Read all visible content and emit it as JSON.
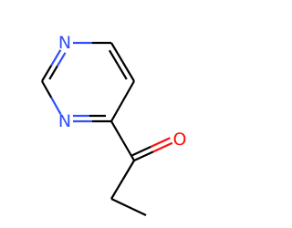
{
  "molecule": {
    "atoms": [
      {
        "id": "n1",
        "element": "N",
        "label": "N"
      },
      {
        "id": "c2",
        "element": "C",
        "label": ""
      },
      {
        "id": "n3",
        "element": "N",
        "label": "N"
      },
      {
        "id": "c4",
        "element": "C",
        "label": ""
      },
      {
        "id": "c5",
        "element": "C",
        "label": ""
      },
      {
        "id": "c6",
        "element": "C",
        "label": ""
      },
      {
        "id": "c7",
        "element": "C",
        "label": ""
      },
      {
        "id": "o8",
        "element": "O",
        "label": "O"
      },
      {
        "id": "c9",
        "element": "C",
        "label": ""
      },
      {
        "id": "c10",
        "element": "C",
        "label": ""
      }
    ],
    "bonds": [
      {
        "from": "n1",
        "to": "c2",
        "order": 2
      },
      {
        "from": "c2",
        "to": "n3",
        "order": 1
      },
      {
        "from": "n3",
        "to": "c4",
        "order": 2
      },
      {
        "from": "c4",
        "to": "c5",
        "order": 1
      },
      {
        "from": "c5",
        "to": "c6",
        "order": 2
      },
      {
        "from": "c6",
        "to": "n1",
        "order": 1
      },
      {
        "from": "c4",
        "to": "c7",
        "order": 1
      },
      {
        "from": "c7",
        "to": "o8",
        "order": 2
      },
      {
        "from": "c7",
        "to": "c9",
        "order": 1
      },
      {
        "from": "c9",
        "to": "c10",
        "order": 1
      }
    ]
  },
  "colors": {
    "carbon": "#000000",
    "nitrogen": "#3050f8",
    "oxygen": "#ff0d0d",
    "background": "#ffffff"
  }
}
